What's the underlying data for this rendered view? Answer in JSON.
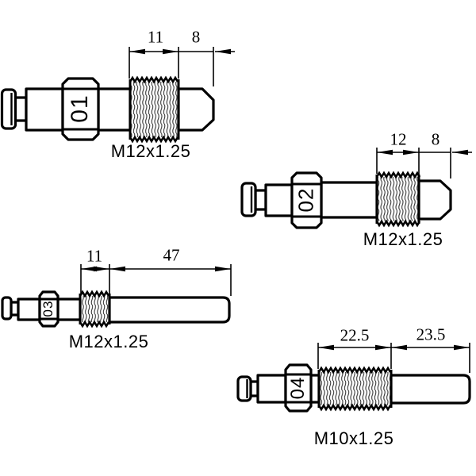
{
  "diagram": {
    "background": "#ffffff",
    "stroke_color": "#000000",
    "adapters": [
      {
        "number": "01",
        "thread_spec": "M12x1.25",
        "dims": [
          "11",
          "8"
        ]
      },
      {
        "number": "02",
        "thread_spec": "M12x1.25",
        "dims": [
          "12",
          "8"
        ]
      },
      {
        "number": "03",
        "thread_spec": "M12x1.25",
        "dims": [
          "11",
          "47"
        ]
      },
      {
        "number": "04",
        "thread_spec": "M10x1.25",
        "dims": [
          "22.5",
          "23.5"
        ]
      }
    ]
  }
}
